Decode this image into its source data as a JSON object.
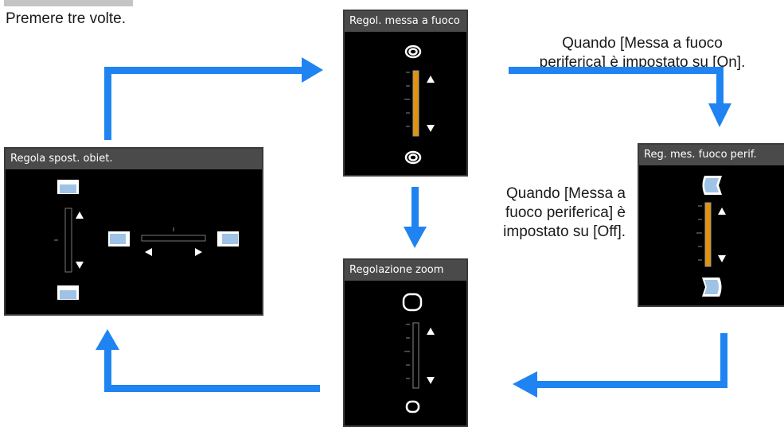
{
  "instruction": "Premere tre volte.",
  "cond_on": {
    "line1": "Quando [Messa a fuoco",
    "line2": "periferica] è impostato su [On]."
  },
  "cond_off": {
    "line1": "Quando [Messa a",
    "line2": "fuoco periferica] è",
    "line3": "impostato su [Off]."
  },
  "screens": {
    "lens_shift": {
      "title": "Regola spost. obiet."
    },
    "focus": {
      "title": "Regol. messa a fuoco"
    },
    "peripheral_focus": {
      "title": "Reg. mes. fuoco perif."
    },
    "zoom": {
      "title": "Regolazione zoom"
    }
  },
  "colors": {
    "arrow": "#1f84f2",
    "slider_fill": "#e2920c",
    "screen_bg": "#000000",
    "title_bar": "#4a4a4a",
    "icon_blue": "#9ec3e6"
  }
}
